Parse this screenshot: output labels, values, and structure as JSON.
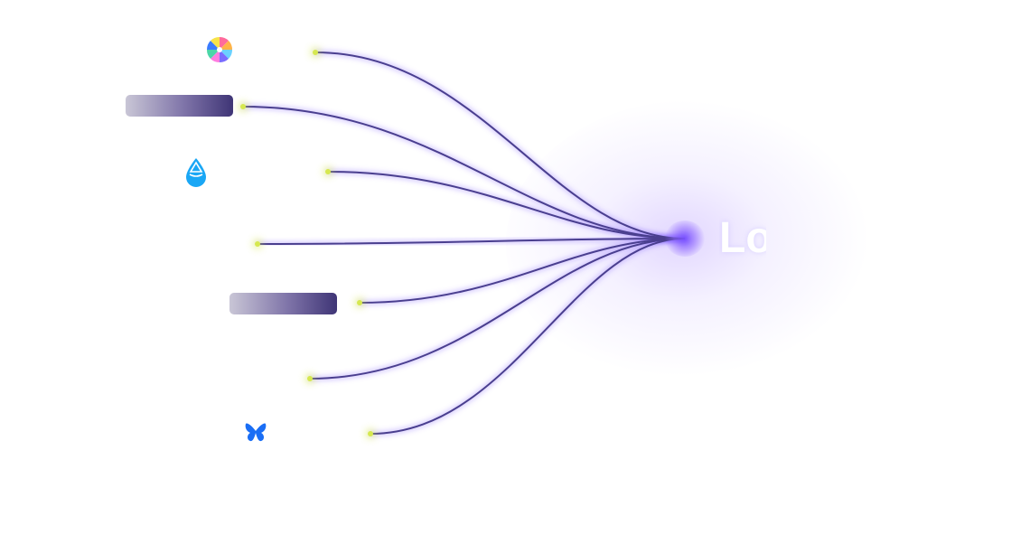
{
  "hub": {
    "label": "Lo"
  },
  "sources": [
    {
      "kind": "icon",
      "icon": "pinwheel-logo-icon"
    },
    {
      "kind": "pill"
    },
    {
      "kind": "icon",
      "icon": "water-drop-logo-icon"
    },
    {
      "kind": "none"
    },
    {
      "kind": "pill"
    },
    {
      "kind": "none"
    },
    {
      "kind": "icon",
      "icon": "butterfly-logo-icon"
    }
  ],
  "colors": {
    "connector": "#4a3f8f",
    "connector_glow": "#7a5cff",
    "endpoint_dot": "#d6e84f",
    "hub": "#7a50ff",
    "pill_start": "#c9c6d6",
    "pill_end": "#3f3576",
    "drop_icon": "#1aa7f5",
    "butterfly_icon": "#1a6ef5"
  }
}
